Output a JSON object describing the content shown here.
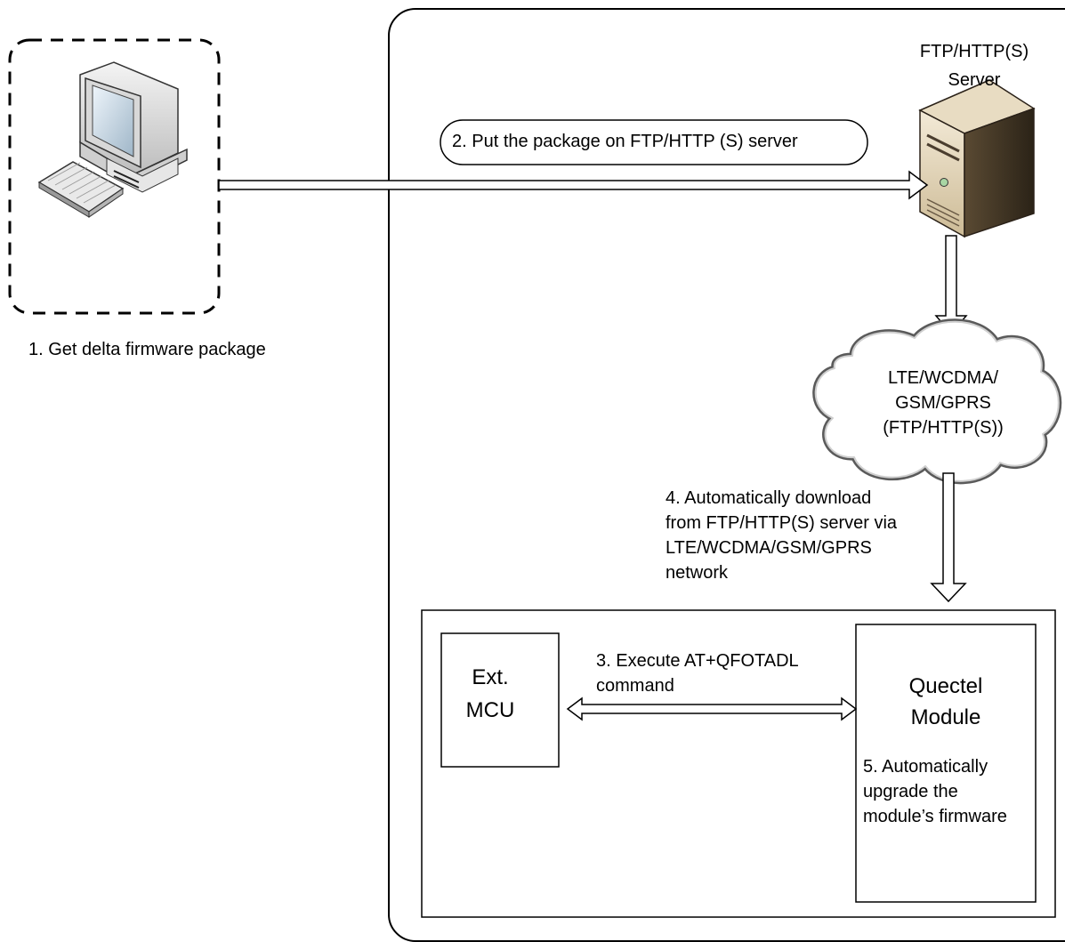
{
  "pc": {
    "caption": "1. Get delta firmware package",
    "icon": "desktop-computer-icon"
  },
  "server": {
    "label_line1": "FTP/HTTP(S)",
    "label_line2": "Server",
    "icon": "server-tower-icon"
  },
  "step2": {
    "label": "2. Put the package on FTP/HTTP (S) server"
  },
  "cloud": {
    "line1": "LTE/WCDMA/",
    "line2": "GSM/GPRS",
    "line3": "(FTP/HTTP(S))",
    "icon": "cloud-icon"
  },
  "step4": {
    "line1": "4. Automatically download",
    "line2": "from FTP/HTTP(S) server via",
    "line3": "LTE/WCDMA/GSM/GPRS",
    "line4": "network"
  },
  "mcu": {
    "line1": "Ext.",
    "line2": "MCU"
  },
  "step3": {
    "line1": "3. Execute AT+QFOTADL",
    "line2": "command"
  },
  "module": {
    "title_line1": "Quectel",
    "title_line2": "Module",
    "step5_line1": "5. Automatically",
    "step5_line2": "upgrade the",
    "step5_line3": "module’s firmware"
  }
}
